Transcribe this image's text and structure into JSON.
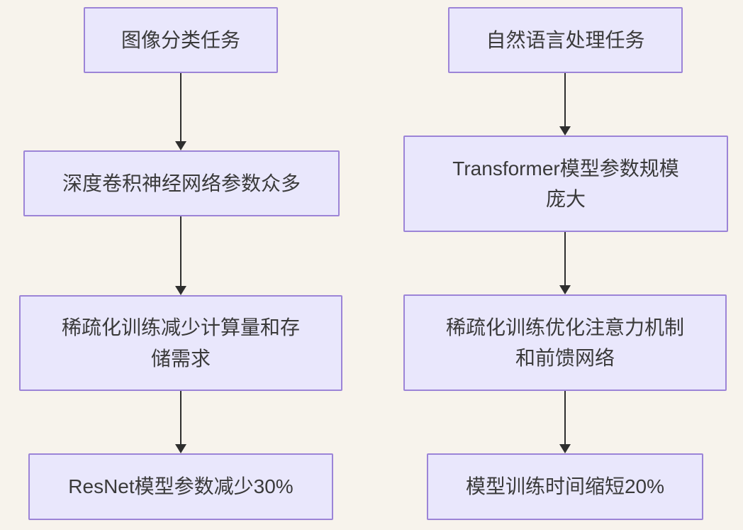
{
  "diagram": {
    "type": "flowchart",
    "background_color": "#f7f3ec",
    "node_fill_color": "#e9e7fc",
    "node_border_color": "#9c84d7",
    "text_color": "#3a3a3a",
    "arrow_color": "#2e2e2e",
    "columns": [
      {
        "name": "image-classification-flow",
        "nodes": [
          {
            "label": "图像分类任务"
          },
          {
            "label": "深度卷积神经网络参数众多"
          },
          {
            "label": "稀疏化训练减少计算量和存\n储需求"
          },
          {
            "label": "ResNet模型参数减少30%"
          }
        ]
      },
      {
        "name": "nlp-flow",
        "nodes": [
          {
            "label": "自然语言处理任务"
          },
          {
            "label": "Transformer模型参数规模\n庞大"
          },
          {
            "label": "稀疏化训练优化注意力机制\n和前馈网络"
          },
          {
            "label": "模型训练时间缩短20%"
          }
        ]
      }
    ]
  }
}
